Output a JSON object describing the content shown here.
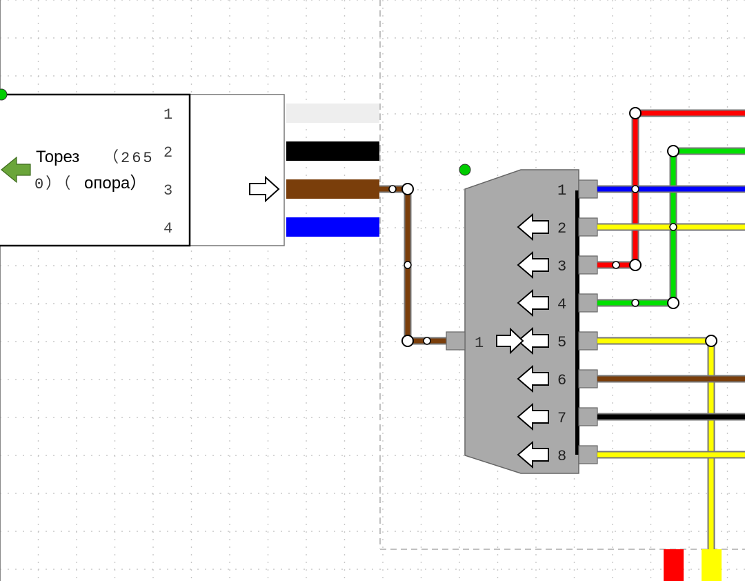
{
  "left_block": {
    "title": "Торез",
    "code_part1": "（265",
    "code_part2": "0）（",
    "role": "опора）",
    "pins": [
      "1",
      "2",
      "3",
      "4"
    ]
  },
  "connector": {
    "input_pin": "1",
    "output_pins": [
      "1",
      "2",
      "3",
      "4",
      "5",
      "6",
      "7",
      "8"
    ]
  },
  "colors": {
    "wire_white": "#eeeeee",
    "wire_black": "#000000",
    "wire_brown": "#7a3e0b",
    "wire_blue": "#0000ff",
    "wire_red": "#ff0000",
    "wire_green": "#00e000",
    "wire_yellow": "#ffff00",
    "connector_body": "#aaaaaa",
    "node_green": "#00cc00",
    "arrow_green": "#6aa53a",
    "grid": "#c8c8c8"
  },
  "icons": {
    "left_arrow": "arrow-left-icon",
    "right_arrow": "arrow-right-icon"
  }
}
